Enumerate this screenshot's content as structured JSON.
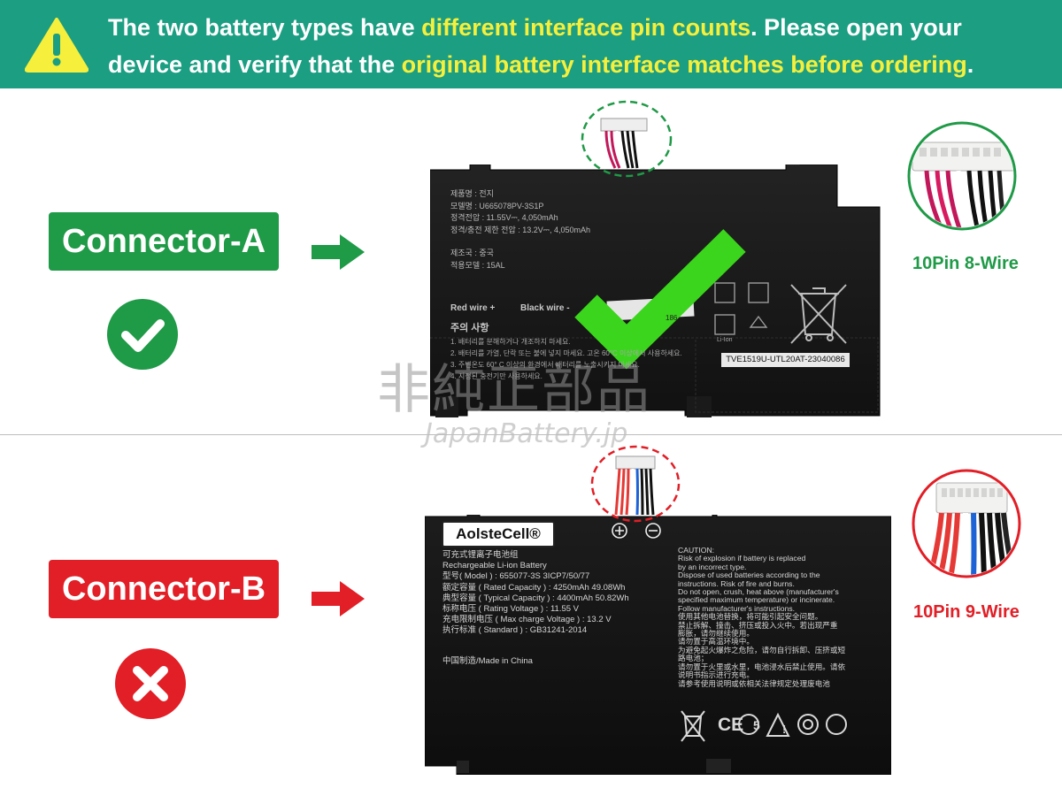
{
  "banner": {
    "line1_a": "The two battery types have ",
    "line1_b": "different interface pin counts",
    "line1_c": ". Please open your",
    "line2_a": "device and verify that the ",
    "line2_b": "original battery interface matches before ordering",
    "line2_c": "."
  },
  "connector_a": {
    "label": "Connector-A",
    "wire_label": "10Pin 8-Wire",
    "status": "correct",
    "battery_text": [
      "제품명 : 전지",
      "모델명 : U665078PV-3S1P",
      "정격전압 : 11.55V⎓, 4,050mAh",
      "정격/충전 제한 전압 : 13.2V⎓, 4,050mAh",
      "",
      "제조국 : 중국",
      "적용모델 : 15AL"
    ],
    "red_wire": "Red wire +",
    "black_wire": "Black wire -",
    "caution_title": "주의 사항",
    "caution_lines": [
      "1. 배터리를 분해하거나 개조하지 마세요.",
      "2. 배터리를 가열, 단락 또는 불에 넣지 마세요. 고온 60°C 이상에서 사용하세요.",
      "3. 주변온도 60° C 이상의 환경에서 배터리를 노출시키지 마세요.",
      "4. 지정된 충전기만 사용하세요."
    ],
    "label_fragment": "186",
    "battery_icon_label": "Li-Ion",
    "serial": "TVE1519U-UTL20AT-23040086"
  },
  "connector_b": {
    "label": "Connector-B",
    "wire_label": "10Pin 9-Wire",
    "status": "incorrect",
    "brand": "AolsteCell®",
    "battery_text": [
      "可充式锂离子电池组",
      "Rechargeable Li-ion Battery",
      "型号( Model ) : 655077-3S        3ICP7/50/77",
      "额定容量 ( Rated Capacity ) : 4250mAh  49.08Wh",
      "典型容量 ( Typical Capacity ) : 4400mAh  50.82Wh",
      "标称电压 ( Rating Voltage ) : 11.55 V",
      "充电限制电压 ( Max charge Voltage ) : 13.2 V",
      "执行标准 ( Standard ) : GB31241-2014",
      "",
      "中国制造/Made in China"
    ],
    "caution_lines": [
      "CAUTION:",
      "Risk of explosion if battery is replaced",
      "by an incorrect type.",
      "Dispose of used batteries according to the",
      "instructions. Risk of fire and burns.",
      "Do not open, crush, heat above (manufacturer's",
      "specified maximum temperature) or incinerate.",
      "Follow manufacturer's instructions.",
      "使用其他电池替换，将可能引起安全问题。",
      "禁止拆解、撞击、挤压或投入火中。若出现严重",
      "膨胀，请勿继续使用。",
      "请勿置于高温环境中。",
      "为避免起火爆炸之危险，请勿自行拆卸、压挤或短",
      "路电池；",
      "请勿置于火里或水里，电池浸水后禁止使用。请依",
      "说明书指示进行充电。",
      "请参考使用说明或依相关法律规定处理废电池"
    ],
    "ce_mark": "CE",
    "plus": "+",
    "minus": "−"
  },
  "watermark": {
    "jp": "非純正部品",
    "site": "JapanBattery.jp"
  },
  "colors": {
    "banner": "#1b9e82",
    "highlight": "#f6ef3c",
    "green": "#1f9a47",
    "red": "#e21e26"
  }
}
